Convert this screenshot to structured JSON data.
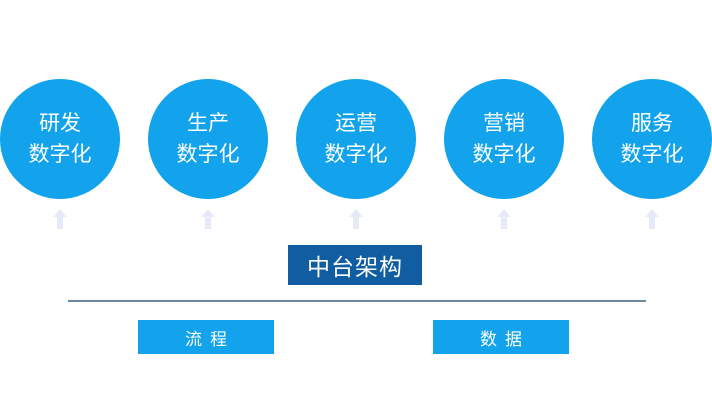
{
  "circles": [
    {
      "line1": "研发",
      "line2": "数字化"
    },
    {
      "line1": "生产",
      "line2": "数字化"
    },
    {
      "line1": "运营",
      "line2": "数字化"
    },
    {
      "line1": "营销",
      "line2": "数字化"
    },
    {
      "line1": "服务",
      "line2": "数字化"
    }
  ],
  "core_label": "中台架构",
  "bottom": {
    "left_label": "流程",
    "right_label": "数据"
  },
  "colors": {
    "circle": "#12a3ec",
    "core": "#105ea1",
    "divider": "#6f879e",
    "arrow": "#e6eaf7"
  }
}
